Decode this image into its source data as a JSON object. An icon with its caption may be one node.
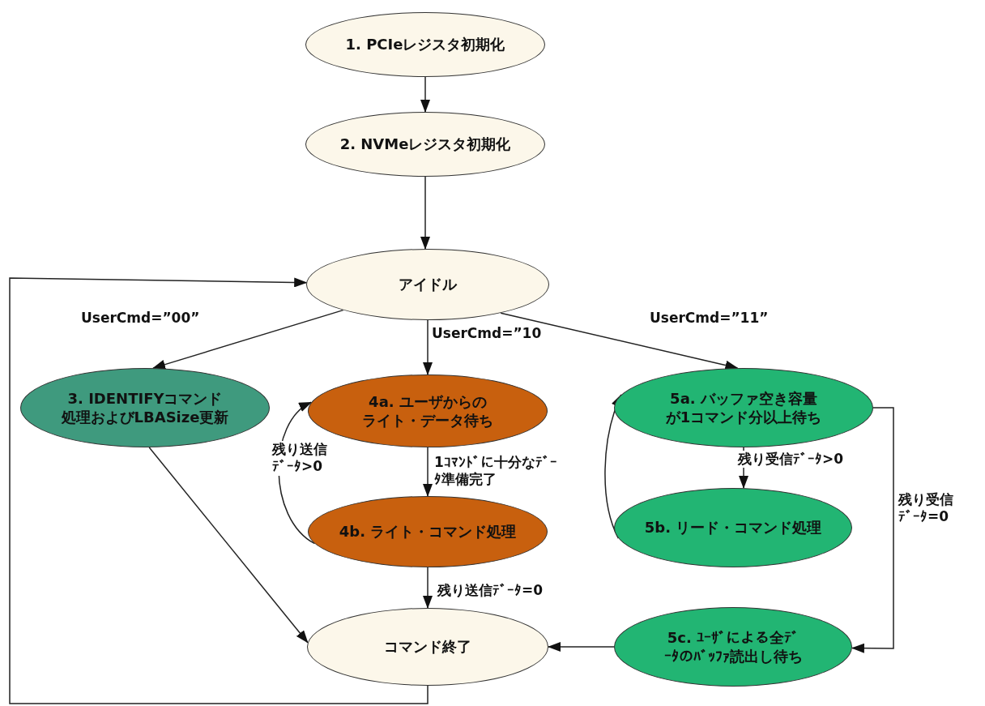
{
  "diagram": {
    "nodes": [
      {
        "text": [
          "1. PCIeレジスタ初期化"
        ]
      },
      {
        "text": [
          "2. NVMeレジスタ初期化"
        ]
      },
      {
        "text": [
          "アイドル"
        ]
      },
      {
        "text": [
          "3. IDENTIFYコマンド処理およびLBASize更新"
        ]
      },
      {
        "text": [
          "4a. ユーザからのライト・データ待ち"
        ]
      },
      {
        "text": [
          "4b. ライト・コマンド処理"
        ]
      },
      {
        "text": [
          "コマンド終了"
        ]
      },
      {
        "text": [
          "5a. バッファ空き容量が1コマンド分以上待ち"
        ]
      },
      {
        "text": [
          "5b. リード・コマンド処理"
        ]
      },
      {
        "text": [
          "5c. ﾕｰｻﾞによる全ﾃﾞｰﾀのﾊﾞｯﾌｧ読出し待ち"
        ]
      }
    ],
    "edges": [
      {
        "from": 0,
        "to": 1,
        "arrow": "to"
      },
      {
        "from": 1,
        "to": 2,
        "arrow": "to"
      },
      {
        "from": 6,
        "to": 2,
        "arrow": "to"
      },
      {
        "from": 2,
        "to": 3,
        "arrow": "to",
        "label": "UserCmd=”00”"
      },
      {
        "from": 2,
        "to": 4,
        "arrow": "to",
        "label": "UserCmd=”10"
      },
      {
        "from": 2,
        "to": 7,
        "arrow": "to",
        "label": "UserCmd=”11”"
      },
      {
        "from": 3,
        "to": 6,
        "arrow": "to"
      },
      {
        "from": 4,
        "to": 5,
        "arrow": "to",
        "label": "1ｺﾏﾝﾄﾞに十分なﾃﾞｰﾀ準備完了"
      },
      {
        "from": 5,
        "to": 4,
        "arrow": "to",
        "label": "残り送信ﾃﾞｰﾀ>0"
      },
      {
        "from": 5,
        "to": 6,
        "arrow": "to",
        "label": "残り送信ﾃﾞｰﾀ=0"
      },
      {
        "from": 7,
        "to": 8,
        "arrow": "to",
        "label": "残り受信ﾃﾞｰﾀ>0"
      },
      {
        "from": 8,
        "to": 7,
        "arrow": "to"
      },
      {
        "from": 7,
        "to": 9,
        "arrow": "to",
        "label": "残り受信ﾃﾞｰﾀ=0"
      },
      {
        "from": 9,
        "to": 6,
        "arrow": "to"
      }
    ]
  }
}
